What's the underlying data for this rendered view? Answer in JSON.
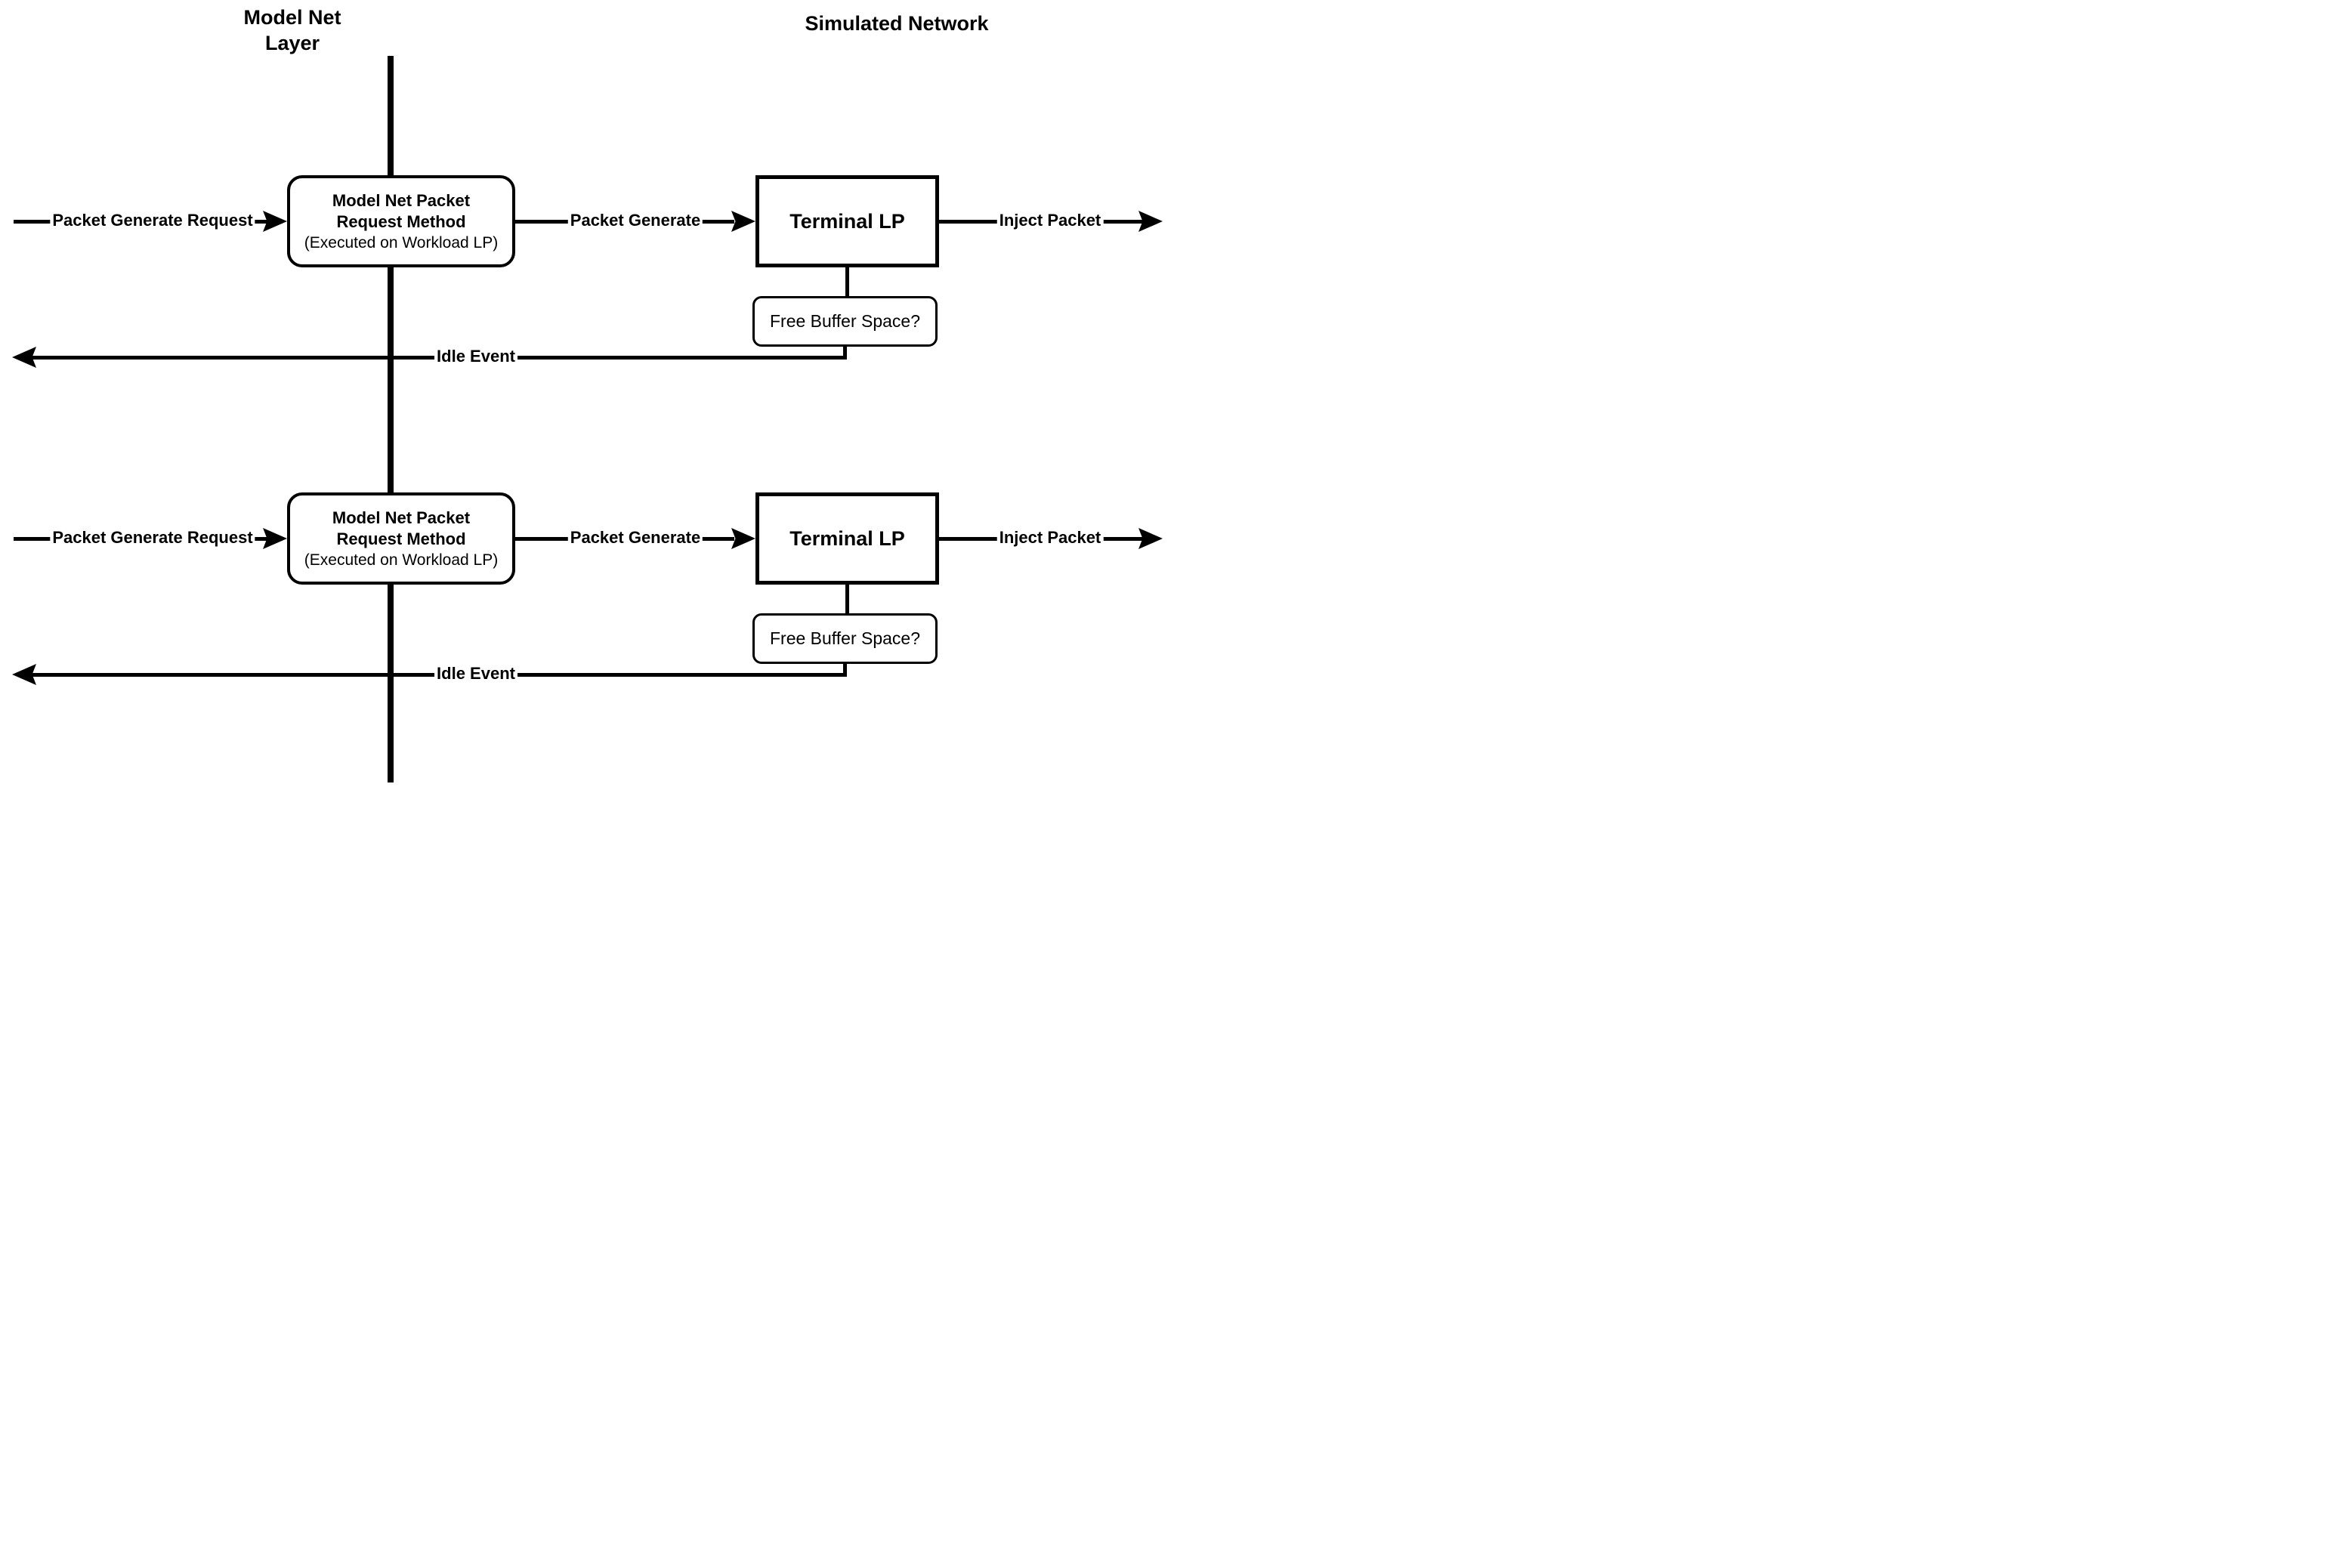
{
  "colors": {
    "ink": "#000000",
    "paper": "#ffffff"
  },
  "titles": {
    "left_line1": "Model Net",
    "left_line2": "Layer",
    "right": "Simulated Network"
  },
  "rows": [
    {
      "request_label": "Packet Generate Request",
      "method_line1": "Model Net Packet",
      "method_line2": "Request Method",
      "method_line3": "(Executed on Workload LP)",
      "generate_label": "Packet Generate",
      "terminal_label": "Terminal LP",
      "inject_label": "Inject Packet",
      "buffer_label": "Free Buffer Space?",
      "idle_label": "Idle Event"
    },
    {
      "request_label": "Packet Generate Request",
      "method_line1": "Model Net Packet",
      "method_line2": "Request Method",
      "method_line3": "(Executed on Workload LP)",
      "generate_label": "Packet Generate",
      "terminal_label": "Terminal LP",
      "inject_label": "Inject Packet",
      "buffer_label": "Free Buffer Space?",
      "idle_label": "Idle Event"
    }
  ]
}
